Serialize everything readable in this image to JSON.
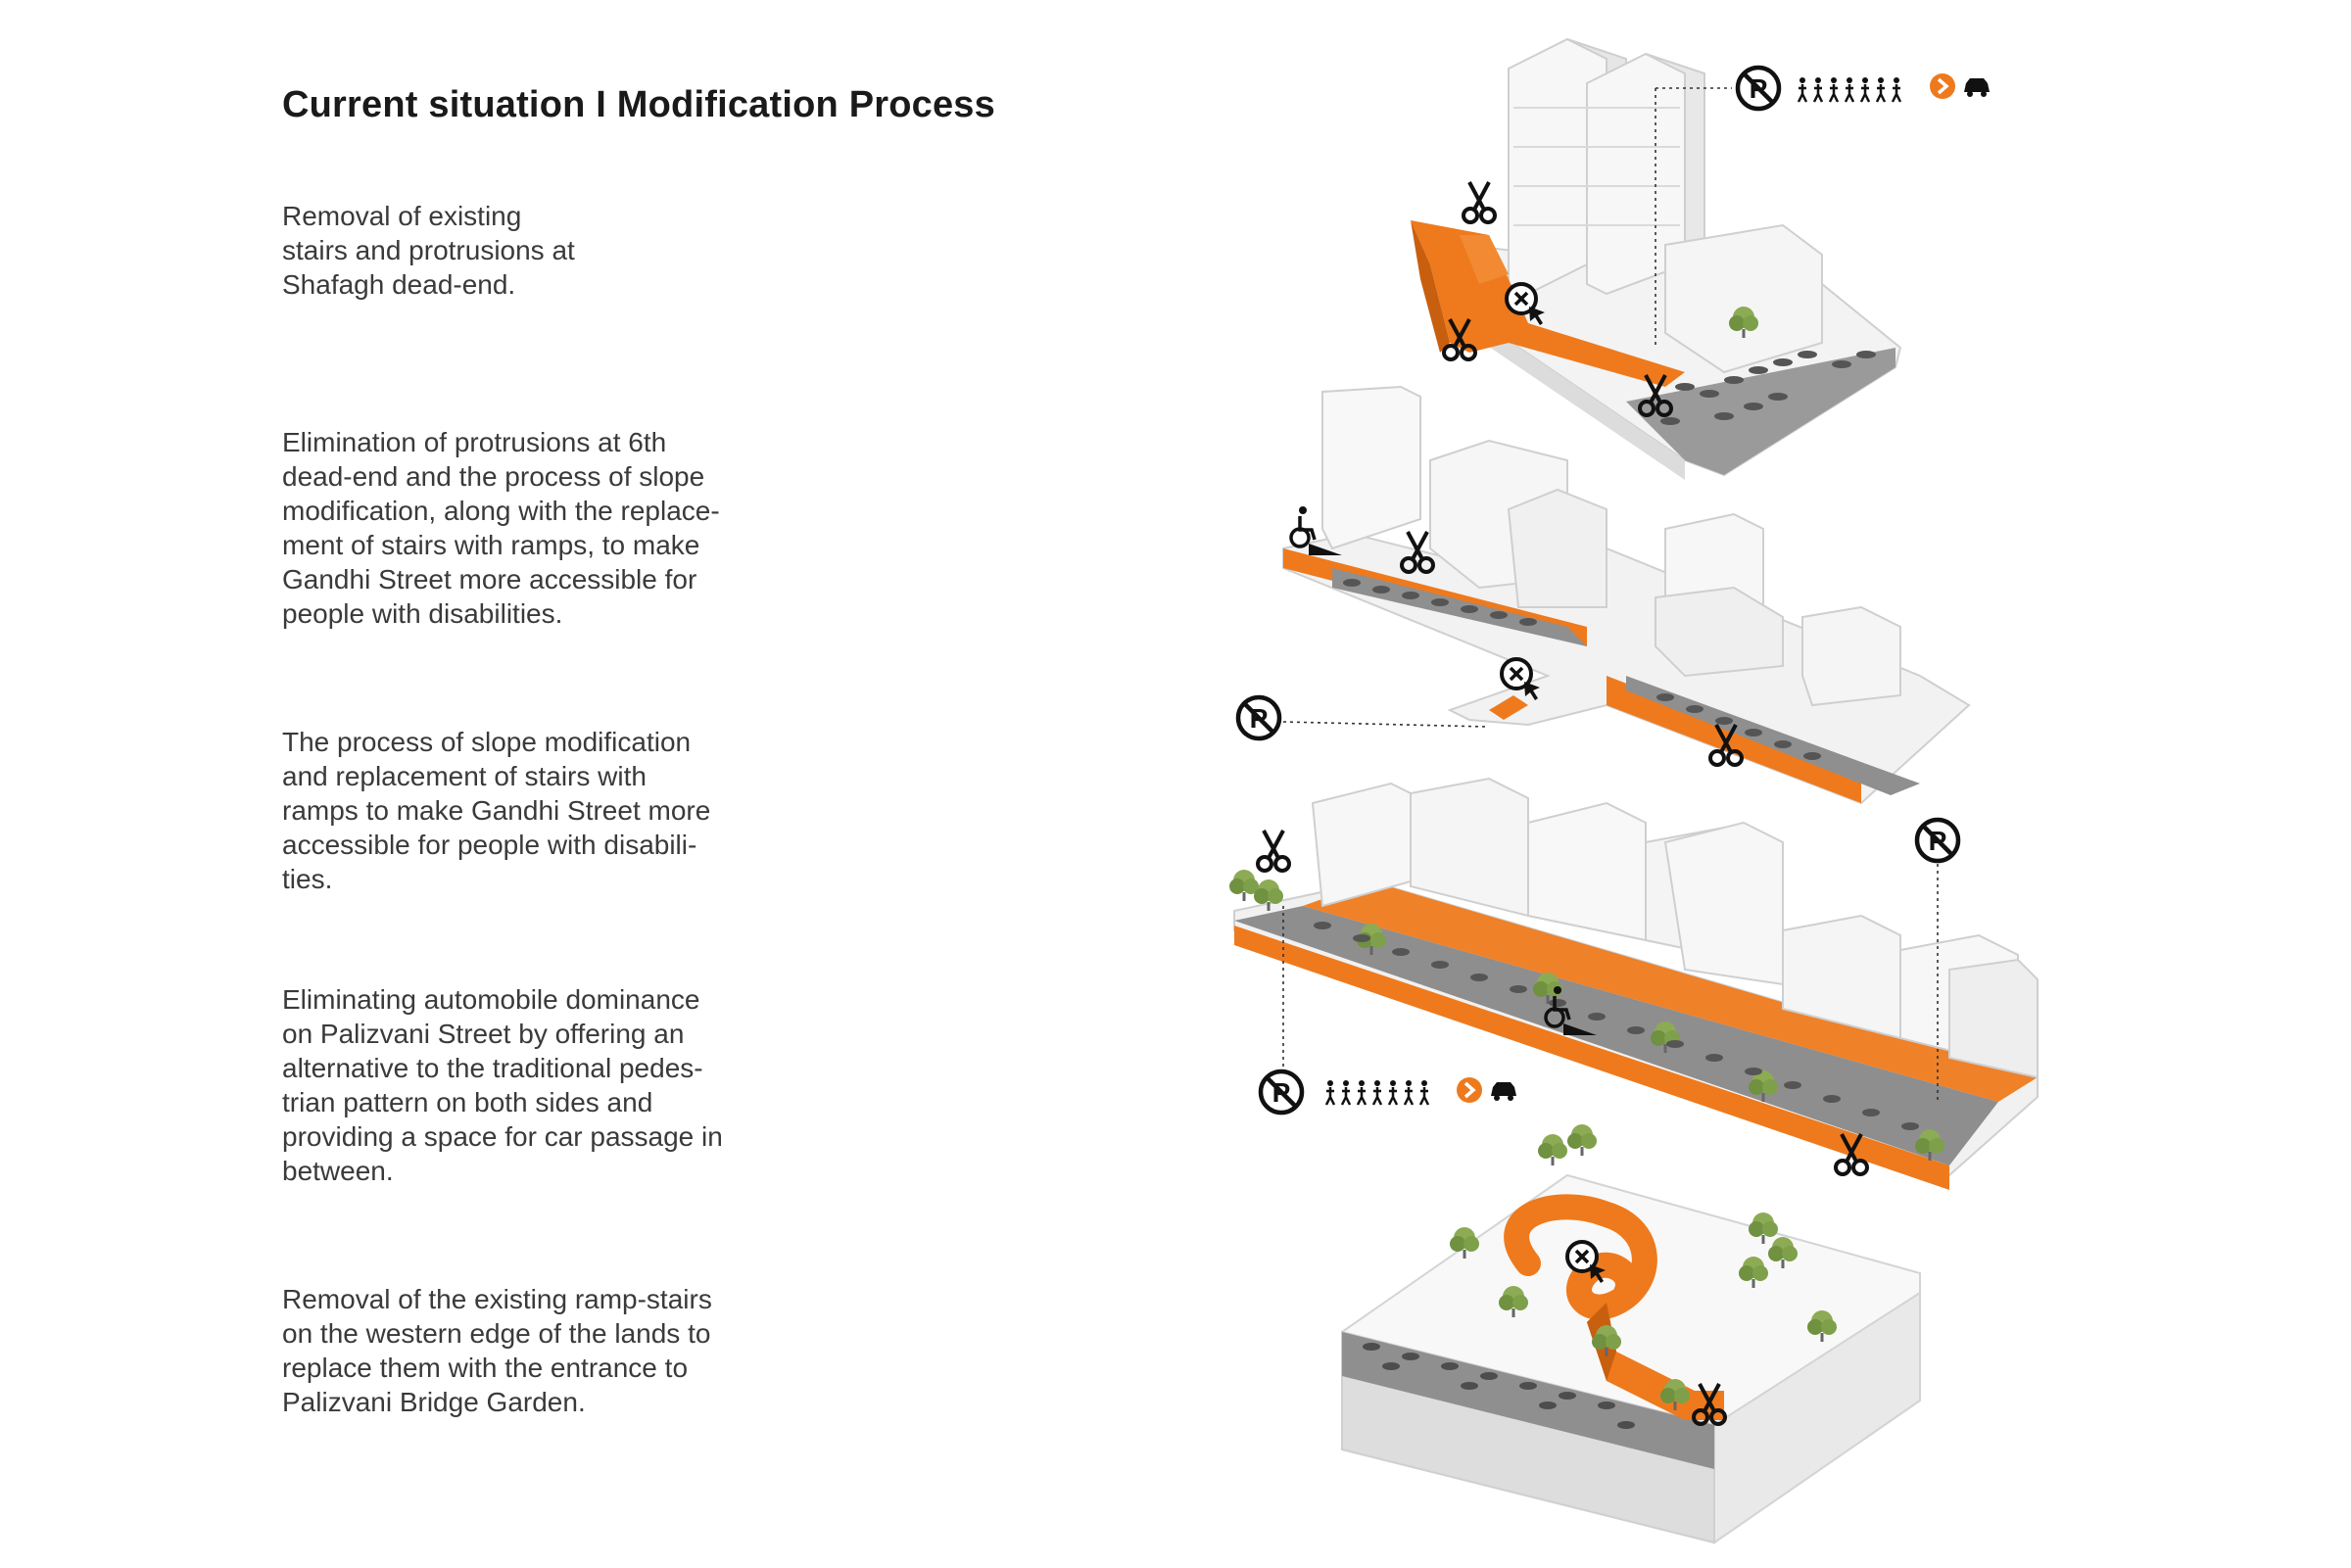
{
  "title": "Current situation I Modification Process",
  "paragraphs": [
    {
      "lines": [
        "Removal of existing",
        "stairs and protrusions at",
        "Shafagh dead-end."
      ]
    },
    {
      "lines": [
        "Elimination of protrusions at 6th",
        "dead-end and the process of slope",
        "modification, along with the replace-",
        "ment of stairs with ramps, to make",
        "Gandhi Street more accessible for",
        "people with disabilities."
      ]
    },
    {
      "lines": [
        "The process of slope modification",
        "and replacement of stairs with",
        "ramps to make Gandhi Street more",
        "accessible for people with disabili-",
        "ties."
      ]
    },
    {
      "lines": [
        "Eliminating automobile dominance",
        "on Palizvani Street by offering an",
        "alternative to the traditional pedes-",
        "trian pattern on both sides and",
        "providing a space for car passage in",
        "between."
      ]
    },
    {
      "lines": [
        "Removal of the existing ramp-stairs",
        "on the western edge of the lands to",
        "replace them with the entrance to",
        "Palizvani Bridge Garden."
      ]
    }
  ],
  "colors": {
    "accent": "#ee7a1d",
    "text": "#1a1a1a",
    "body_text": "#3a3a3a",
    "building": "#f4f4f4",
    "road": "#8e8e8e"
  },
  "icons": [
    "no-parking-icon",
    "pedestrian-group-icon",
    "arrow-right-circle-icon",
    "car-icon",
    "scissors-icon",
    "no-access-cursor-icon",
    "wheelchair-ramp-icon",
    "tree-icon"
  ]
}
